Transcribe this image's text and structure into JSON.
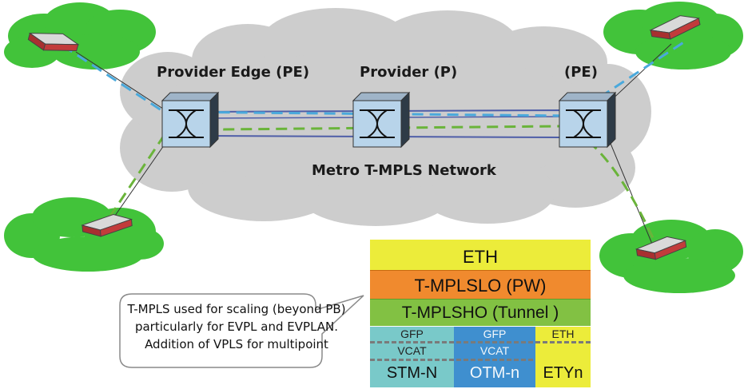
{
  "labels": {
    "provider_edge_left": "Provider Edge (PE)",
    "provider": "Provider (P)",
    "provider_edge_right": "(PE)",
    "network": "Metro T-MPLS Network"
  },
  "stack": {
    "eth": "ETH",
    "lo": "T-MPLSLO (PW)",
    "ho": "T-MPLSHO (Tunnel )",
    "columns": [
      {
        "top": "GFP",
        "mid": "VCAT",
        "bottom": "STM-N"
      },
      {
        "top": "GFP",
        "mid": "VCAT",
        "bottom": "OTM-n"
      },
      {
        "top": "ETH",
        "bottom": "ETYn"
      }
    ]
  },
  "callout": {
    "lines": [
      "T-MPLS used for scaling (beyond PB)",
      "particularly for EVPL and EVPLAN.",
      "Addition of VPLS for multipoint"
    ]
  },
  "colors": {
    "cloud": "#c9c9c9",
    "customer_cloud": "#3fbf3a",
    "blue_path": "#4aa9dc",
    "green_path": "#6ab43a",
    "tunnel": "#4f5ea8",
    "eth": "#ecec3a",
    "lo": "#f08a2e",
    "ho": "#82c143",
    "stm": "#79c9c9",
    "otm": "#3f8fcf"
  }
}
